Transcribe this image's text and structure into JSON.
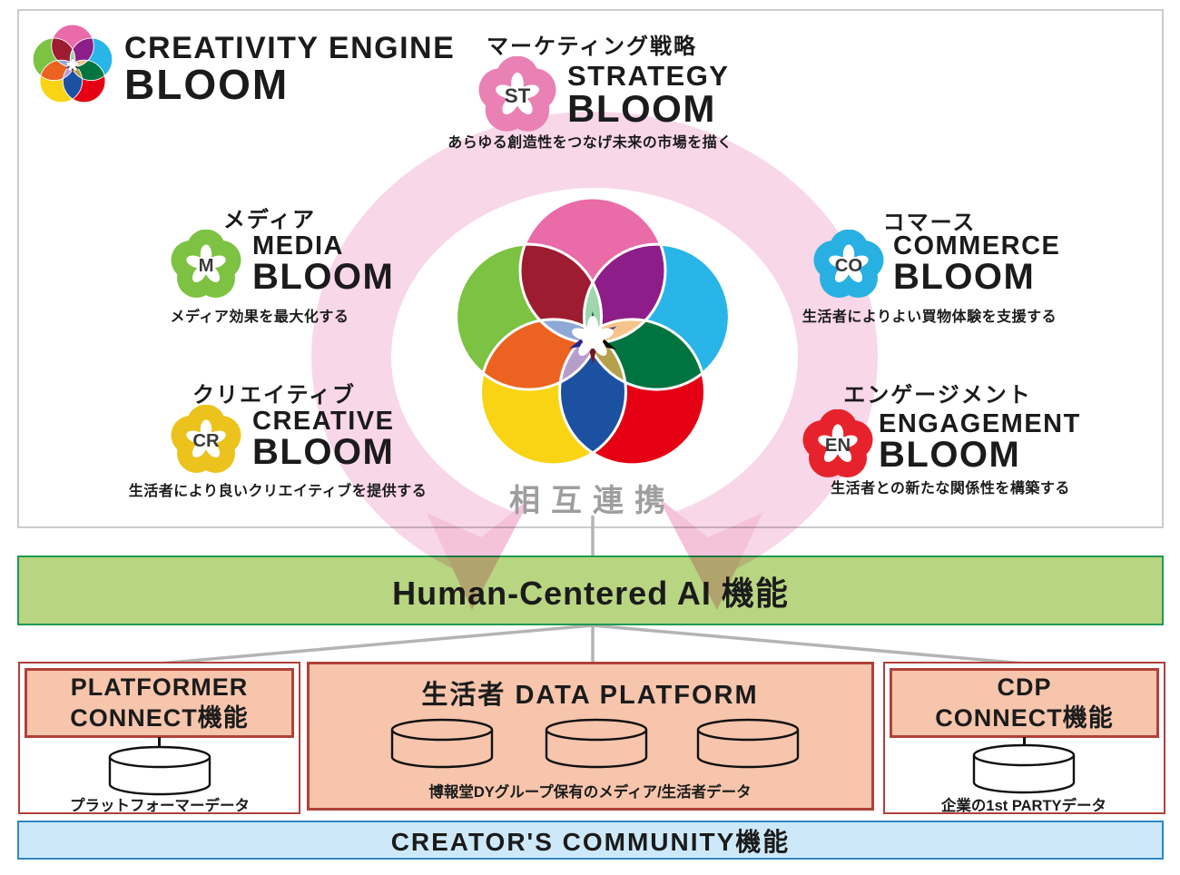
{
  "logo": {
    "line1": "CREATIVITY ENGINE",
    "line2": "BLOOM"
  },
  "modules": [
    {
      "id": "strategy",
      "category": "マーケティング戦略",
      "abbr": "ST",
      "name_line1": "STRATEGY",
      "name_line2": "BLOOM",
      "tagline": "あらゆる創造性をつなげ未来の市場を描く",
      "color": "#e981b4"
    },
    {
      "id": "media",
      "category": "メディア",
      "abbr": "M",
      "name_line1": "MEDIA",
      "name_line2": "BLOOM",
      "tagline": "メディア効果を最大化する",
      "color": "#7dc242"
    },
    {
      "id": "creative",
      "category": "クリエイティブ",
      "abbr": "CR",
      "name_line1": "CREATIVE",
      "name_line2": "BLOOM",
      "tagline": "生活者により良いクリエイティブを提供する",
      "color": "#ecc31d"
    },
    {
      "id": "commerce",
      "category": "コマース",
      "abbr": "CO",
      "name_line1": "COMMERCE",
      "name_line2": "BLOOM",
      "tagline": "生活者によりよい買物体験を支援する",
      "color": "#29b0e3"
    },
    {
      "id": "engagement",
      "category": "エンゲージメント",
      "abbr": "EN",
      "name_line1": "ENGAGEMENT",
      "name_line2": "BLOOM",
      "tagline": "生活者との新たな関係性を構築する",
      "color": "#e6232d"
    }
  ],
  "hub": {
    "label": "相互連携"
  },
  "ai_bar": {
    "label": "Human-Centered AI 機能"
  },
  "data_row": {
    "platformer": {
      "title_line1": "PLATFORMER",
      "title_line2": "CONNECT機能",
      "caption": "プラットフォーマーデータ"
    },
    "consumer_dp": {
      "title": "生活者 DATA PLATFORM",
      "caption": "博報堂DYグループ保有のメディア/生活者データ"
    },
    "cdp": {
      "title_line1": "CDP",
      "title_line2": "CONNECT機能",
      "caption": "企業の1st PARTYデータ"
    }
  },
  "community_bar": {
    "label": "CREATOR'S COMMUNITY機能"
  },
  "colors": {
    "ai_bar_fill": "#b8d581",
    "ai_bar_border": "#1e9b53",
    "box_fill": "#f6c5ac",
    "box_border": "#b0413a",
    "community_fill": "#cde9f9",
    "community_border": "#2f87c6",
    "ring": "#f8d7e8",
    "ring_arrow": "#f4c3da",
    "connector": "#b4b4b4",
    "icon_label": "#3a3a3a",
    "venn": {
      "pink": "#e96ba8",
      "green": "#7cc243",
      "cyan": "#29b5e8",
      "yellow": "#f8d414",
      "red": "#e60013",
      "pink_green": "#9d1c30",
      "pink_cyan": "#8d1d88",
      "green_yellow": "#ec6321",
      "cyan_red": "#00743f",
      "yellow_red": "#1c51a2",
      "green_cyan": "#9fd6ae",
      "pink_red": "#f5c48a",
      "pink_yellow": "#8fa8d5",
      "cyan_yellow": "#b5a04c",
      "green_red": "#b79dcb",
      "wedge_green": "#14583e",
      "wedge_purple": "#5b2d8e",
      "wedge_black": "#0c0c0c",
      "wedge_darkred": "#701825",
      "wedge_navy": "#282a8d"
    }
  }
}
